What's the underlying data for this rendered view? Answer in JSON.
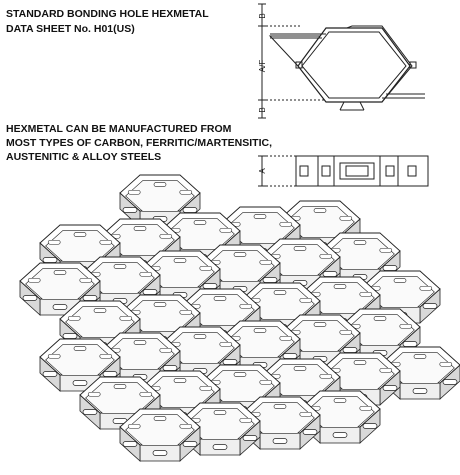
{
  "header": {
    "title_line1": "STANDARD BONDING HOLE HEXMETAL",
    "title_line2": "DATA SHEET No. H01(US)"
  },
  "description": {
    "line1": "HEXMETAL CAN BE MANUFACTURED FROM",
    "line2": "MOST TYPES OF CARBON, FERRITIC/MARTENSITIC,",
    "line3": "AUSTENITIC &  ALLOY STEELS"
  },
  "dimension_labels": {
    "b_top": "B",
    "a_f": "A/F",
    "b_bottom": "B",
    "a_side": "A"
  },
  "icons": {
    "hex_profile": "hexagon-cell-profile-drawing",
    "strip_side": "strip-side-view-drawing",
    "mesh": "hexmetal-mesh-isometric-drawing"
  },
  "colors": {
    "line": "#222222",
    "face": "#d9d9d9",
    "face_light": "#efefef"
  }
}
